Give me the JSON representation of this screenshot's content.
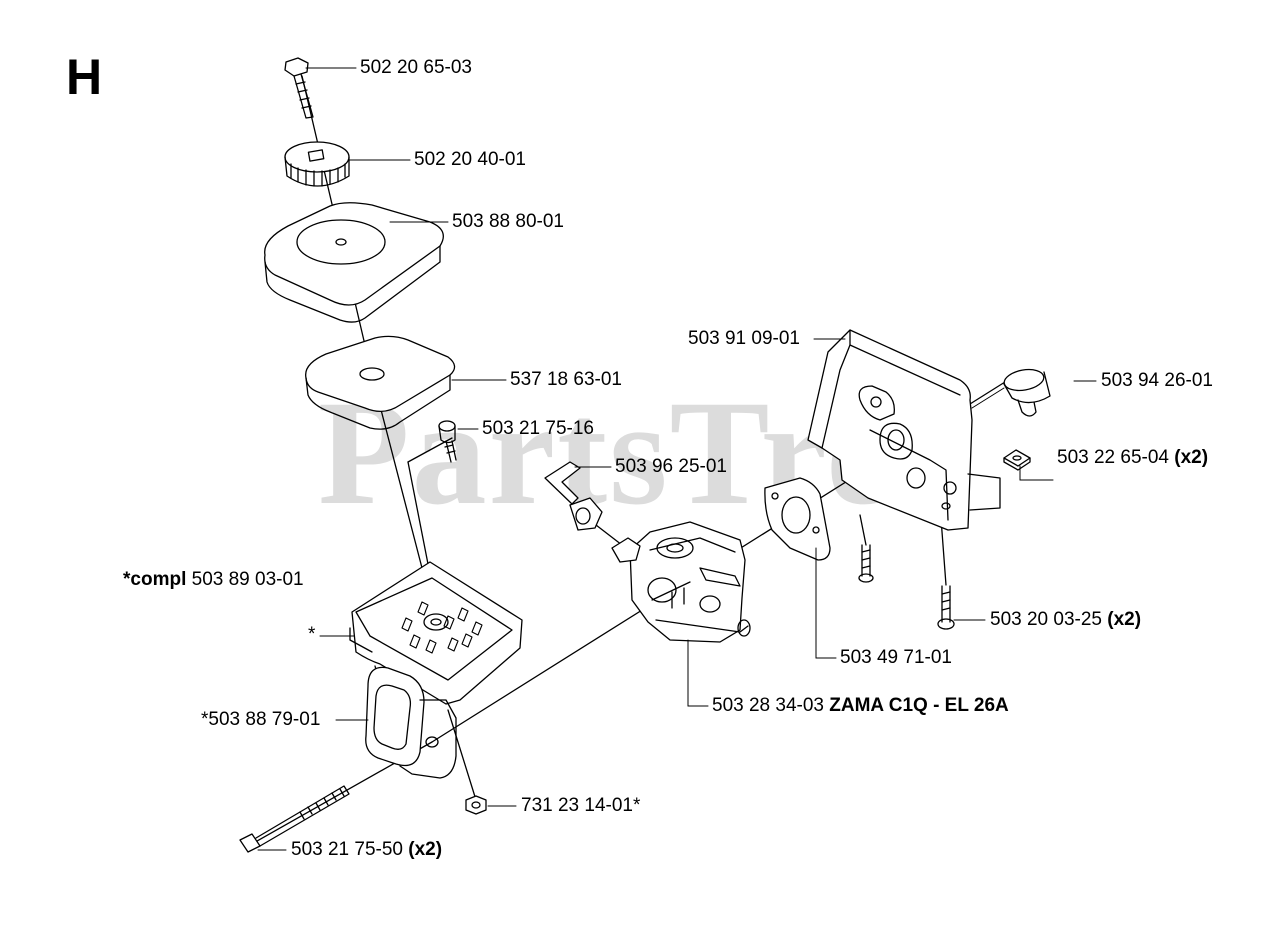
{
  "section_letter": "H",
  "watermark": {
    "text": "PartsTree",
    "trademark": "™"
  },
  "parts": {
    "bolt_top": {
      "num": "502 20 65-03",
      "note": ""
    },
    "knob": {
      "num": "502 20 40-01",
      "note": ""
    },
    "filter_cover": {
      "num": "503 88 80-01",
      "note": ""
    },
    "filter": {
      "num": "537 18 63-01",
      "note": ""
    },
    "screw_small": {
      "num": "503 21 75-16",
      "note": ""
    },
    "bracket_clip": {
      "num": "503 96 25-01",
      "note": ""
    },
    "intake_holder": {
      "num": "503 91 09-01",
      "note": ""
    },
    "sleeve": {
      "num": "503 94 26-01",
      "note": ""
    },
    "square_nut": {
      "num": "503 22 65-04",
      "note": "(x2)"
    },
    "compl_housing": {
      "prefix": "*compl",
      "num": "503 89 03-01"
    },
    "star_marker": {
      "text": "*"
    },
    "screw_flange": {
      "num": "503 20 03-25",
      "note": "(x2)"
    },
    "gasket": {
      "num": "503 49 71-01",
      "note": ""
    },
    "carburetor": {
      "num": "503 28 34-03",
      "note": "ZAMA C1Q - EL 26A"
    },
    "choke": {
      "num": "*503 88 79-01",
      "note": ""
    },
    "nut": {
      "num": "731 23 14-01*",
      "note": ""
    },
    "long_bolt": {
      "num": "503 21 75-50",
      "note": "(x2)"
    }
  }
}
